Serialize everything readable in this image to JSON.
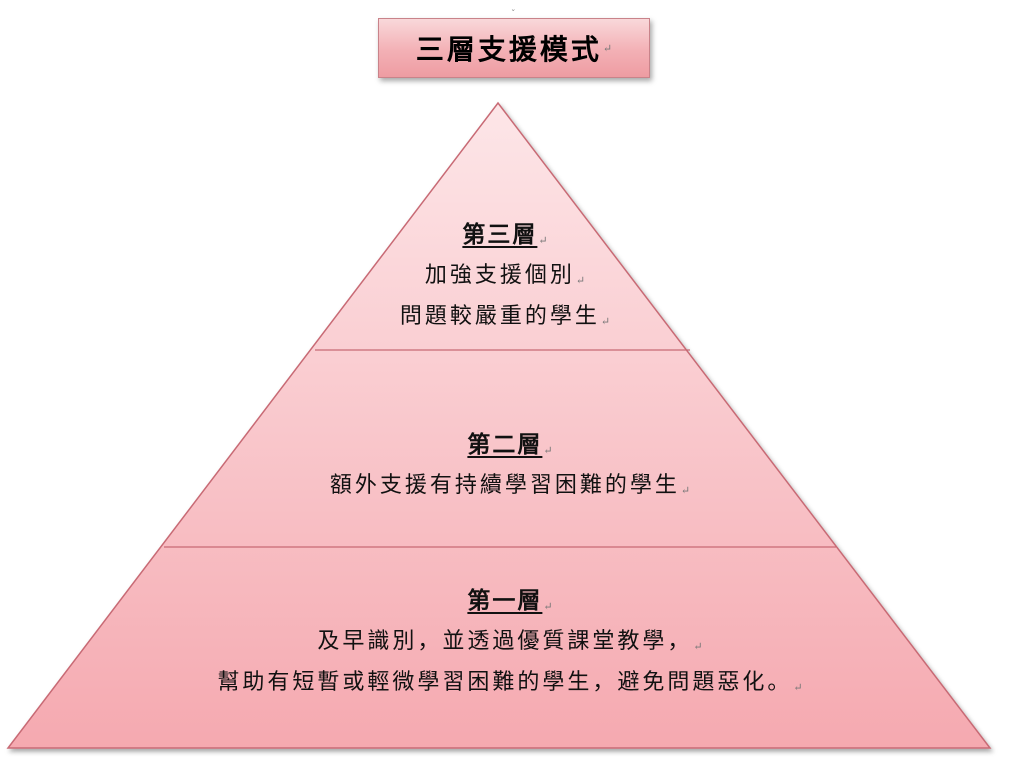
{
  "title": "三層支援模式",
  "colors": {
    "pyramid_fill_top": "#fde6e8",
    "pyramid_fill_bottom": "#f5a9b0",
    "pyramid_stroke": "#c86a74",
    "divider": "#c86a74"
  },
  "tiers": {
    "third": {
      "heading": "第三層",
      "lines": [
        "加強支援個別",
        "問題較嚴重的學生"
      ]
    },
    "second": {
      "heading": "第二層",
      "lines": [
        "額外支援有持續學習困難的學生"
      ]
    },
    "first": {
      "heading": "第一層",
      "lines": [
        "及早識別，並透過優質課堂教學，",
        "幫助有短暫或輕微學習困難的學生，避免問題惡化。"
      ]
    }
  }
}
